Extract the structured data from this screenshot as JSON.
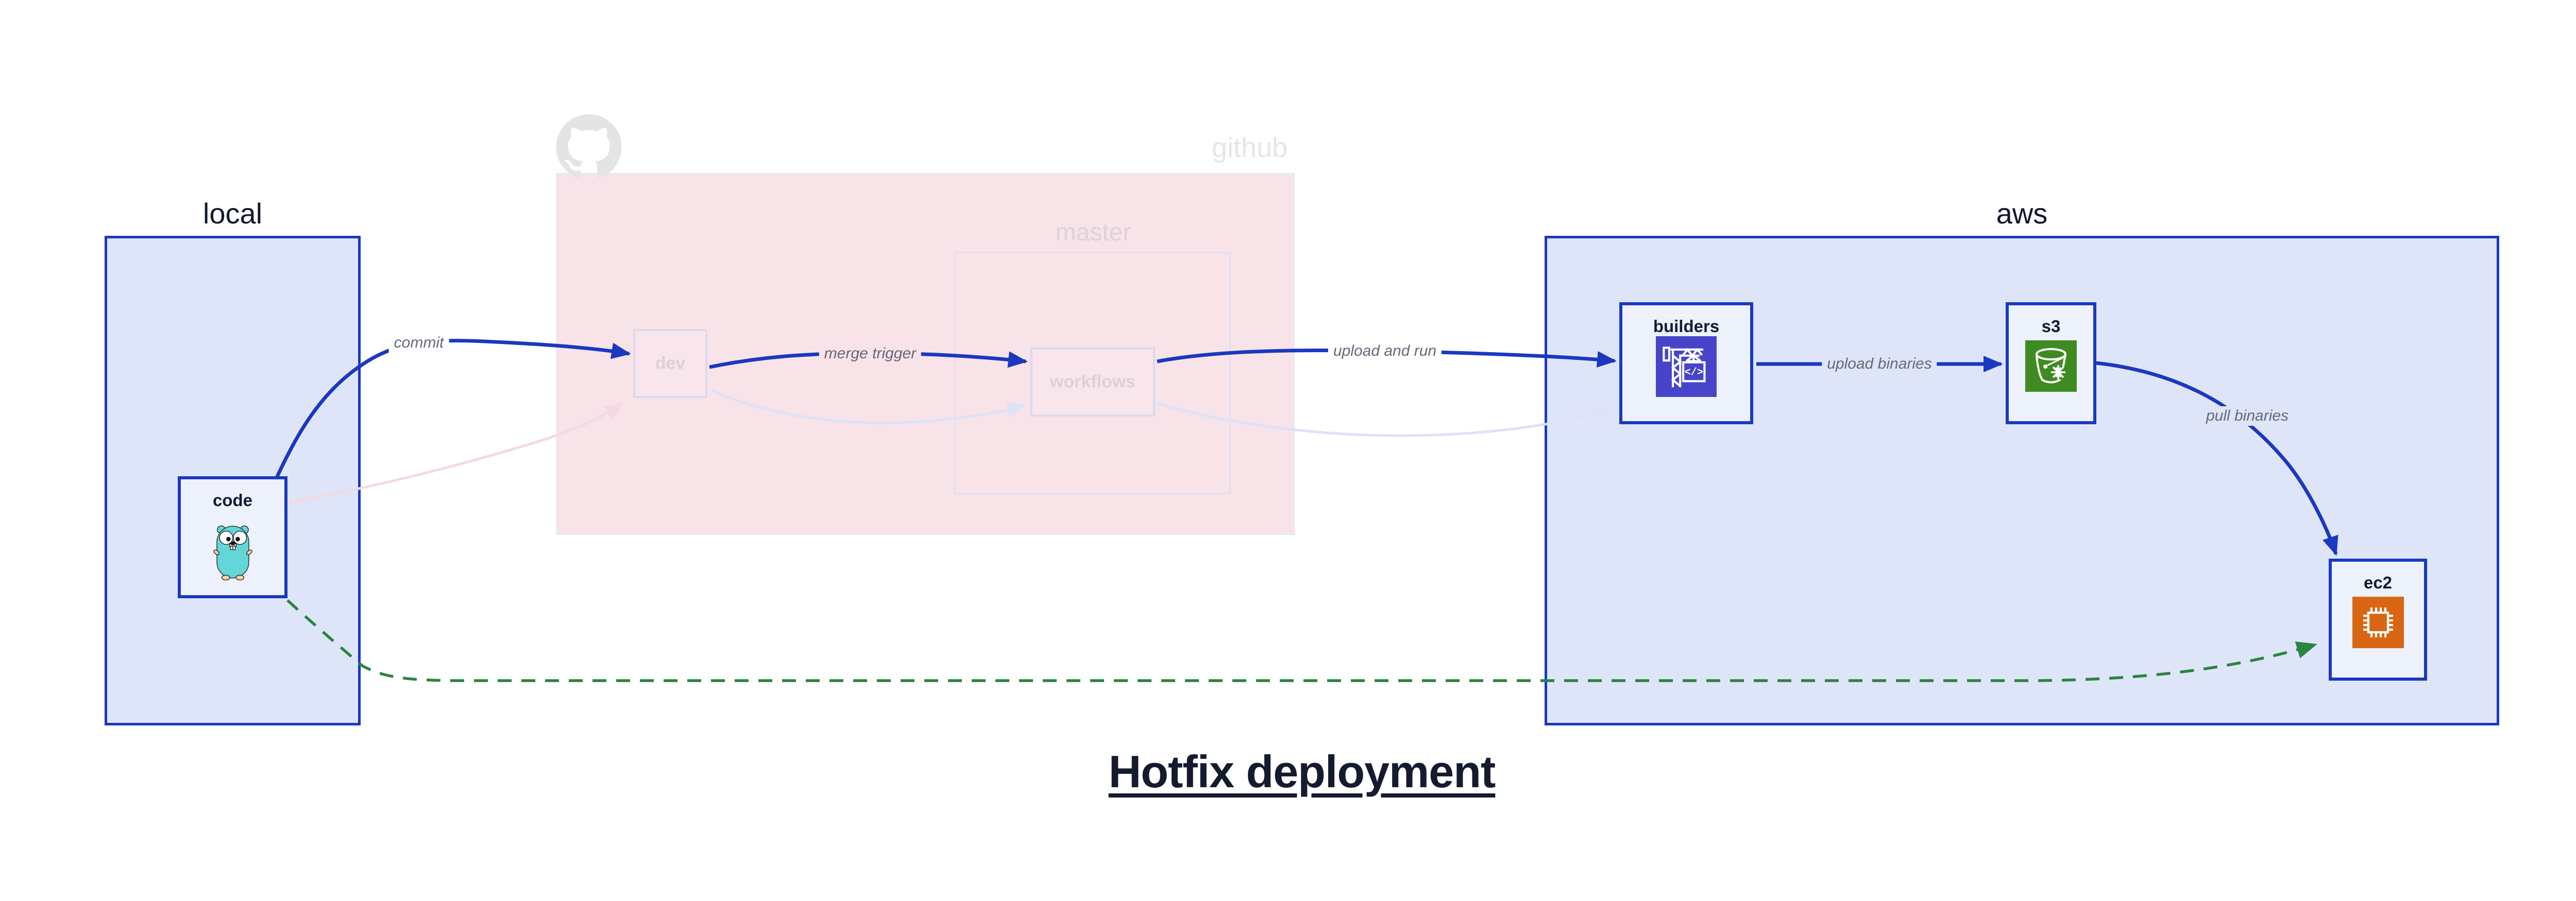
{
  "title": {
    "text": "Hotfix deployment"
  },
  "regions": {
    "local": {
      "label": "local"
    },
    "github": {
      "label": "github"
    },
    "master": {
      "label": "master"
    },
    "aws": {
      "label": "aws"
    }
  },
  "nodes": {
    "code": {
      "label": "code",
      "icon": "go-gopher-icon"
    },
    "dev": {
      "label": "dev"
    },
    "workflows": {
      "label": "workflows"
    },
    "builders": {
      "label": "builders",
      "icon": "codebuild-crane-icon"
    },
    "s3": {
      "label": "s3",
      "icon": "s3-bucket-snowflake-icon"
    },
    "ec2": {
      "label": "ec2",
      "icon": "ec2-chip-icon"
    }
  },
  "edges": {
    "commit": {
      "label": "commit",
      "from": "code",
      "to": "dev",
      "style": "solid-blue"
    },
    "merge_trigger": {
      "label": "merge trigger",
      "from": "dev",
      "to": "workflows",
      "style": "solid-blue"
    },
    "upload_and_run": {
      "label": "upload and run",
      "from": "workflows",
      "to": "builders",
      "style": "solid-blue"
    },
    "upload_binaries": {
      "label": "upload binaries",
      "from": "builders",
      "to": "s3",
      "style": "solid-blue"
    },
    "pull_binaries": {
      "label": "pull binaries",
      "from": "s3",
      "to": "ec2",
      "style": "solid-blue"
    },
    "hotfix_path": {
      "label": "",
      "from": "code",
      "to": "ec2",
      "style": "dashed-green"
    },
    "faded_commit": {
      "label": "",
      "from": "code",
      "to": "dev",
      "style": "faded-pink"
    },
    "faded_merge": {
      "label": "",
      "from": "dev",
      "to": "workflows",
      "style": "faded-lavender"
    },
    "faded_upload": {
      "label": "",
      "from": "workflows",
      "to": "builders",
      "style": "faded-lavender"
    }
  },
  "icons": {
    "github_logo": "github-octocat-icon"
  },
  "colors": {
    "primary_blue": "#1a38c0",
    "cloud_box_fill": "#dfe5f8",
    "node_fill": "#eef2fc",
    "github_pink_fill": "#f8e3e9",
    "faded_lavender": "#dde2f6",
    "faded_pink": "#f4d9e2",
    "hotfix_green": "#2b8440",
    "edge_label_gray": "#636a79",
    "codebuild_indigo": "#4744c9",
    "s3_green": "#3f8b22",
    "ec2_orange": "#d86613",
    "gopher_teal": "#63d6d8",
    "faded_text": "#ddd2da",
    "title_navy": "#151b2e"
  }
}
